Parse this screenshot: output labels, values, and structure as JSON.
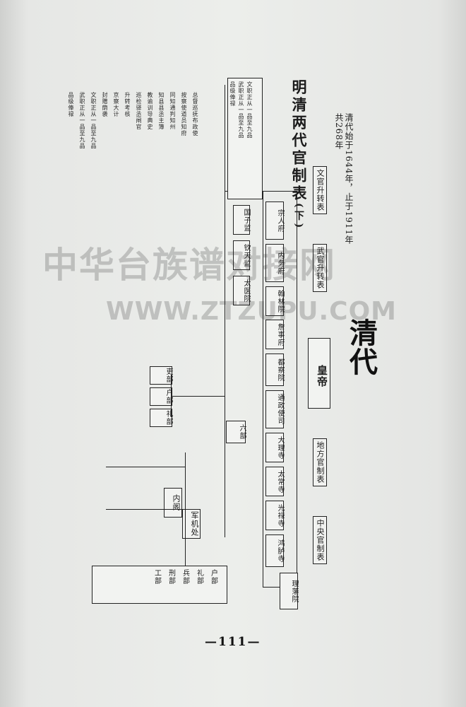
{
  "document": {
    "title": "明清两代官制表",
    "title_suffix": "(下)",
    "subtitle_1": "清代始于1644年，止于1911年",
    "subtitle_2": "共268年",
    "dynasty_name": "清代",
    "emperor_label": "皇帝",
    "page_number": "—111—"
  },
  "watermark": {
    "cn": "中华台族谱对接网",
    "en": "WWW.ZTZUPU.COM"
  },
  "chart": {
    "header_boxes": [
      "文官升转表",
      "武官升转表",
      "地方官制表",
      "中央官制表"
    ],
    "center_box": "军机处",
    "left_box": "内阁",
    "groups": [
      "宗人府",
      "内务府",
      "翰林院",
      "詹事府",
      "都察院",
      "通政使司",
      "大理寺",
      "太常寺",
      "光禄寺",
      "鸿胪寺",
      "国子监",
      "钦天监",
      "太医院",
      "理藩院",
      "六部",
      "吏部",
      "户部",
      "礼部",
      "兵部",
      "刑部",
      "工部"
    ],
    "left_text_columns": [
      "文职正从一品至九品",
      "武职正从一品至九品",
      "升转考核",
      "京察大计",
      "品级俸禄",
      "封赠荫袭",
      "总督巡抚布政使",
      "按察使道员知府",
      "同知通判知州",
      "知县县丞主簿",
      "教谕训导典史",
      "巡检驿丞闸官"
    ]
  }
}
